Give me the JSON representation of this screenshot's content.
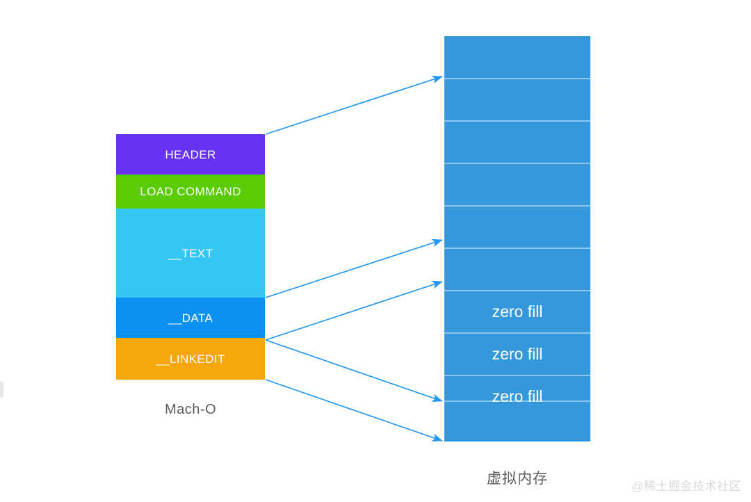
{
  "diagram": {
    "title": "Mach-O to Virtual Memory mapping",
    "colors": {
      "header": "#6633f5",
      "load_command": "#5acc06",
      "text_segment": "#36c6f4",
      "data_segment": "#0c91f2",
      "linkedit_segment": "#f5a70c",
      "virtual_memory": "#3498db",
      "arrow": "#2196f3",
      "caption_text": "#5b5b5b",
      "watermark": "#d9d9d9"
    }
  },
  "macho": {
    "caption": "Mach-O",
    "segments": [
      {
        "label": "HEADER",
        "color": "#6633f5"
      },
      {
        "label": "LOAD COMMAND",
        "color": "#5acc06"
      },
      {
        "label": "__TEXT",
        "color": "#36c6f4"
      },
      {
        "label": "__DATA",
        "color": "#0c91f2"
      },
      {
        "label": "__LINKEDIT",
        "color": "#f5a70c"
      }
    ]
  },
  "virtual_memory": {
    "caption": "虚拟内存",
    "pages": [
      {
        "label": ""
      },
      {
        "label": ""
      },
      {
        "label": ""
      },
      {
        "label": ""
      },
      {
        "label": ""
      },
      {
        "label": ""
      },
      {
        "label": "zero fill"
      },
      {
        "label": "zero fill"
      },
      {
        "label": "zero fill"
      },
      {
        "label": ""
      }
    ]
  },
  "arrows": [
    {
      "name": "header-to-memory",
      "from": "HEADER top edge",
      "to": "virtual memory page 2"
    },
    {
      "name": "text-to-memory",
      "from": "__TEXT bottom edge",
      "to": "virtual memory page 6"
    },
    {
      "name": "data-to-memory",
      "from": "__DATA bottom edge",
      "to": "virtual memory page 7"
    },
    {
      "name": "linkedit-to-memory",
      "from": "__DATA bottom edge",
      "to": "virtual memory page 10"
    },
    {
      "name": "linkedit-end-to-memory",
      "from": "__LINKEDIT bottom edge",
      "to": "virtual memory bottom"
    }
  ],
  "watermark": {
    "text": "@稀土掘金技术社区"
  }
}
